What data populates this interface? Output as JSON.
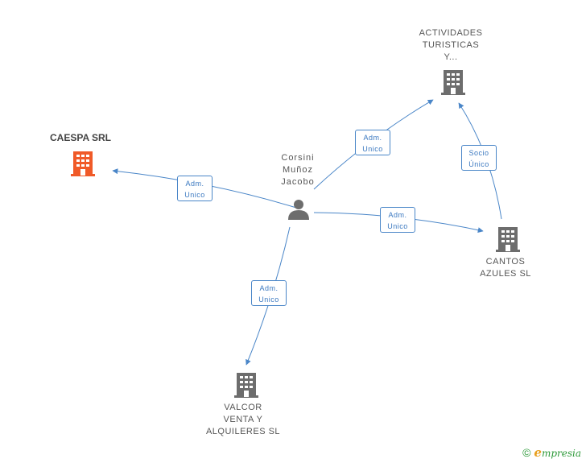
{
  "nodes": {
    "person": {
      "lines": [
        "Corsini",
        "Muñoz",
        "Jacobo"
      ],
      "type": "person"
    },
    "caespa": {
      "lines": [
        "CAESPA SRL"
      ],
      "type": "company",
      "highlight": true
    },
    "actividades": {
      "lines": [
        "ACTIVIDADES",
        "TURISTICAS",
        "Y..."
      ],
      "type": "company"
    },
    "cantos": {
      "lines": [
        "CANTOS",
        "AZULES SL"
      ],
      "type": "company"
    },
    "valcor": {
      "lines": [
        "VALCOR",
        "VENTA Y",
        "ALQUILERES SL"
      ],
      "type": "company"
    }
  },
  "edges": [
    {
      "from": "person",
      "to": "caespa",
      "label": [
        "Adm.",
        "Unico"
      ]
    },
    {
      "from": "person",
      "to": "actividades",
      "label": [
        "Adm.",
        "Unico"
      ]
    },
    {
      "from": "person",
      "to": "cantos",
      "label": [
        "Adm.",
        "Unico"
      ]
    },
    {
      "from": "person",
      "to": "valcor",
      "label": [
        "Adm.",
        "Unico"
      ]
    },
    {
      "from": "cantos",
      "to": "actividades",
      "label": [
        "Socio",
        "Único"
      ]
    }
  ],
  "colors": {
    "edge": "#4a86c8",
    "company_icon": "#6d6d6d",
    "highlight_icon": "#f05a28",
    "person_icon": "#6d6d6d"
  },
  "footer": {
    "copyright_symbol": "©",
    "brand_initial": "e",
    "brand_rest": "mpresia"
  }
}
